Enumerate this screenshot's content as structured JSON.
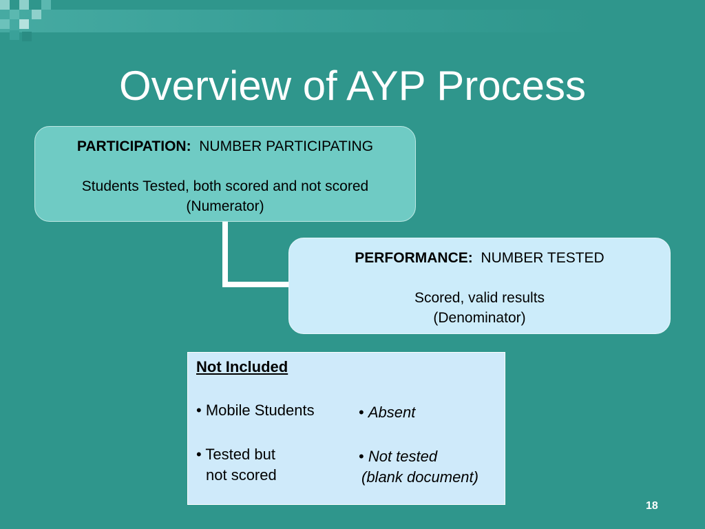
{
  "slide": {
    "title": "Overview of AYP Process",
    "page_number": "18"
  },
  "participation": {
    "label": "PARTICIPATION:",
    "value": "NUMBER PARTICIPATING",
    "line1": "Students Tested, both scored and not scored",
    "line2": "(Numerator)"
  },
  "performance": {
    "label": "PERFORMANCE:",
    "value": "NUMBER TESTED",
    "line1": "Scored, valid results",
    "line2": "(Denominator)"
  },
  "not_included": {
    "heading": "Not Included",
    "left": {
      "item1": "• Mobile Students",
      "item2_line1": "• Tested but",
      "item2_line2": "not scored"
    },
    "right": {
      "bullet": "•",
      "item1": "Absent",
      "item2_line1": "Not tested",
      "item2_line2": "(blank document)"
    }
  },
  "colors": {
    "background": "#2f968c",
    "participation_box": "#6fcbc4",
    "performance_box": "#ccecfa",
    "not_included_box": "#cfeafa"
  }
}
